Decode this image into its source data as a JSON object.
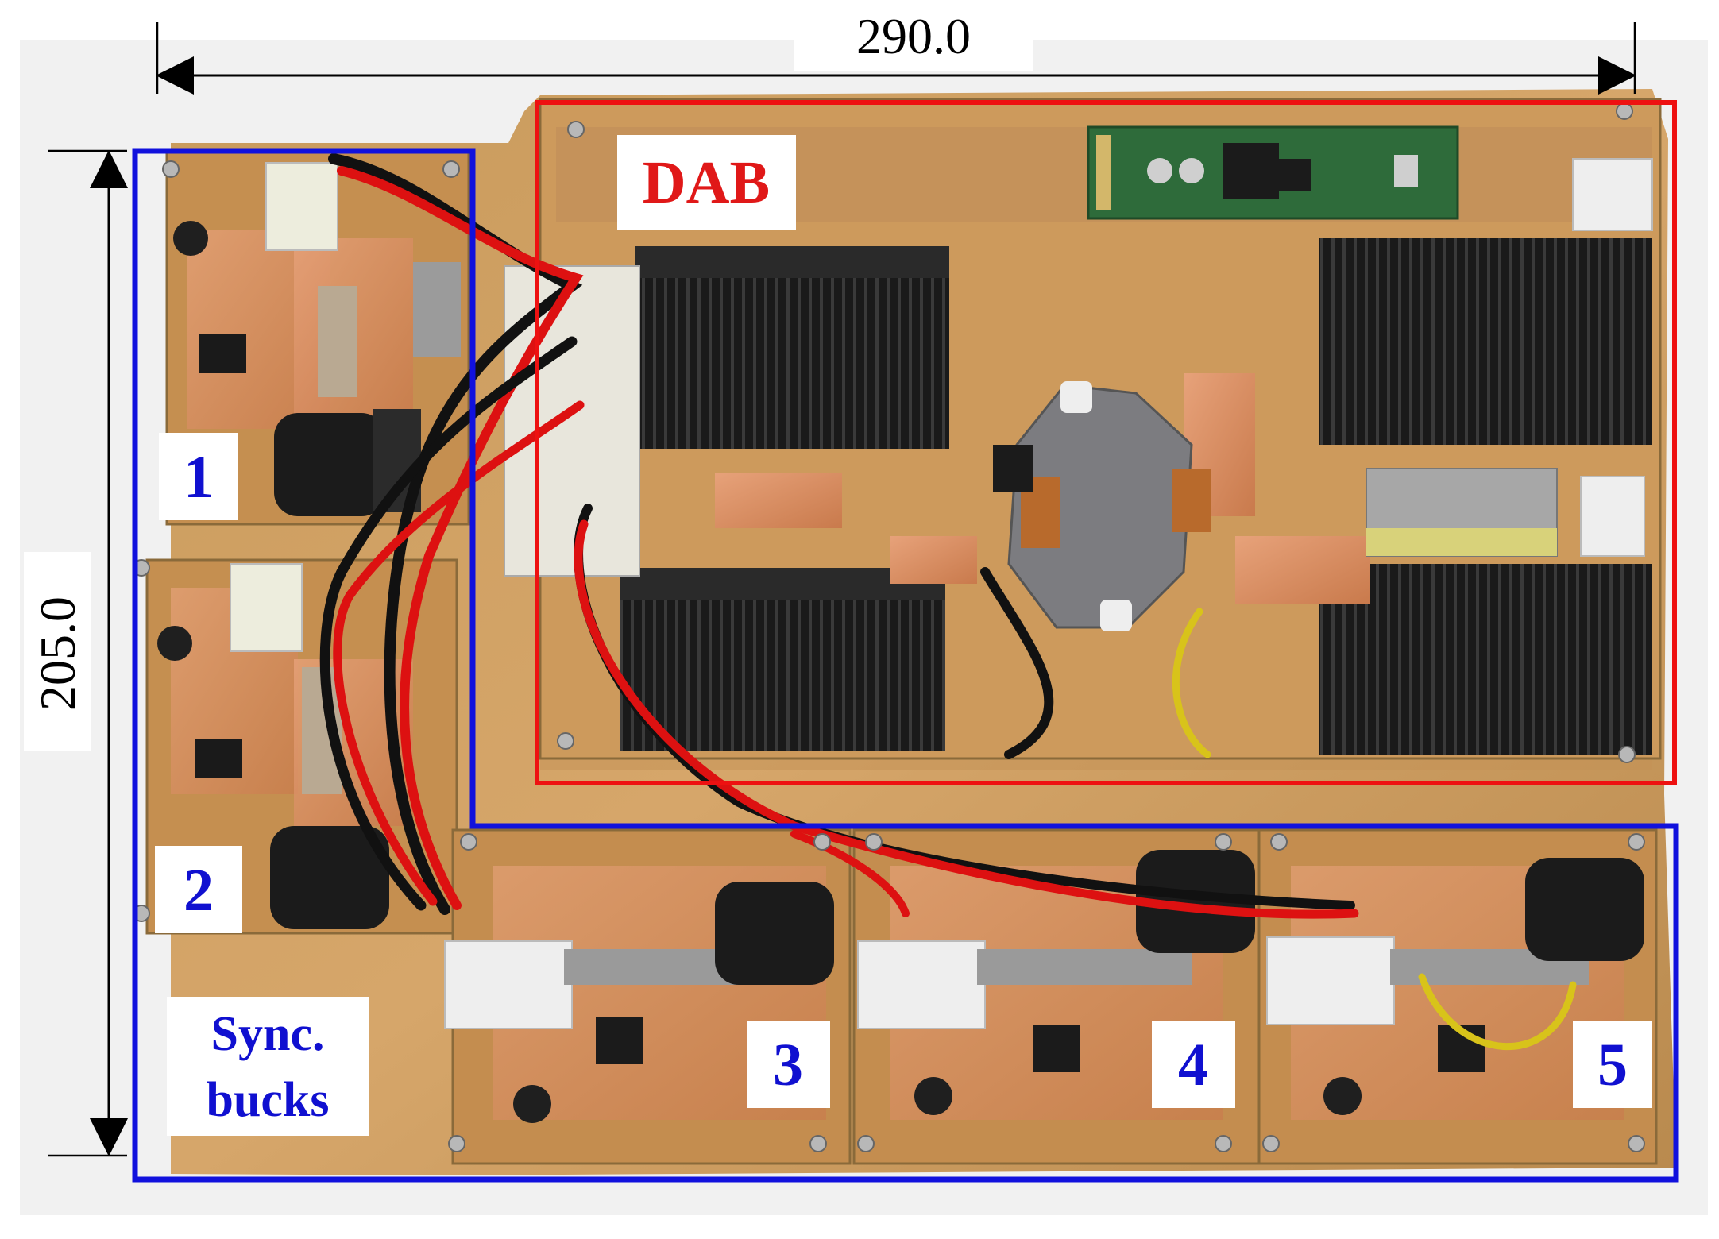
{
  "dimensions": {
    "width_label": "290.0",
    "height_label": "205.0"
  },
  "labels": {
    "dab": "DAB",
    "buck_title_line1": "Sync.",
    "buck_title_line2": "bucks",
    "module_numbers": [
      "1",
      "2",
      "3",
      "4",
      "5"
    ]
  },
  "colors": {
    "dab_outline": "#ee1111",
    "buck_outline": "#1111dd",
    "pcb_base": "#c89a5a",
    "copper": "#d8935e",
    "heatsink": "#141414",
    "control_board": "#2e6b3a"
  }
}
